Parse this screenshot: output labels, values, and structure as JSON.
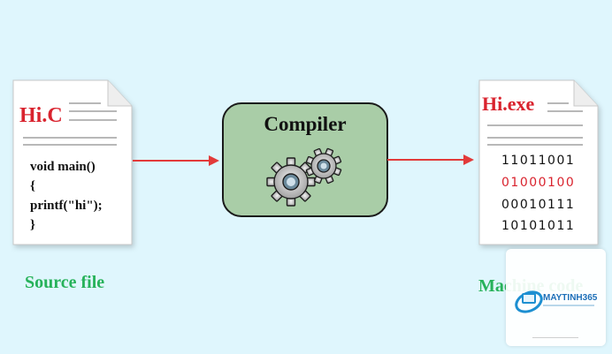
{
  "source_doc": {
    "title": "Hi.C",
    "code_lines": [
      "void main()",
      "{",
      "printf(\"hi\");",
      "}"
    ],
    "caption": "Source file"
  },
  "compiler": {
    "label": "Compiler"
  },
  "machine_doc": {
    "title": "Hi.exe",
    "binary_lines": [
      "11011001",
      "01000100",
      "00010111",
      "10101011"
    ],
    "highlight_index": 1,
    "caption": "Machine code"
  },
  "watermark": {
    "brand": "MAYTINH365"
  },
  "colors": {
    "background": "#dff6fd",
    "title_red": "#d9232e",
    "caption_green": "#27b25a",
    "arrow_red": "#e23a3a",
    "compiler_fill": "#a9cda7"
  }
}
